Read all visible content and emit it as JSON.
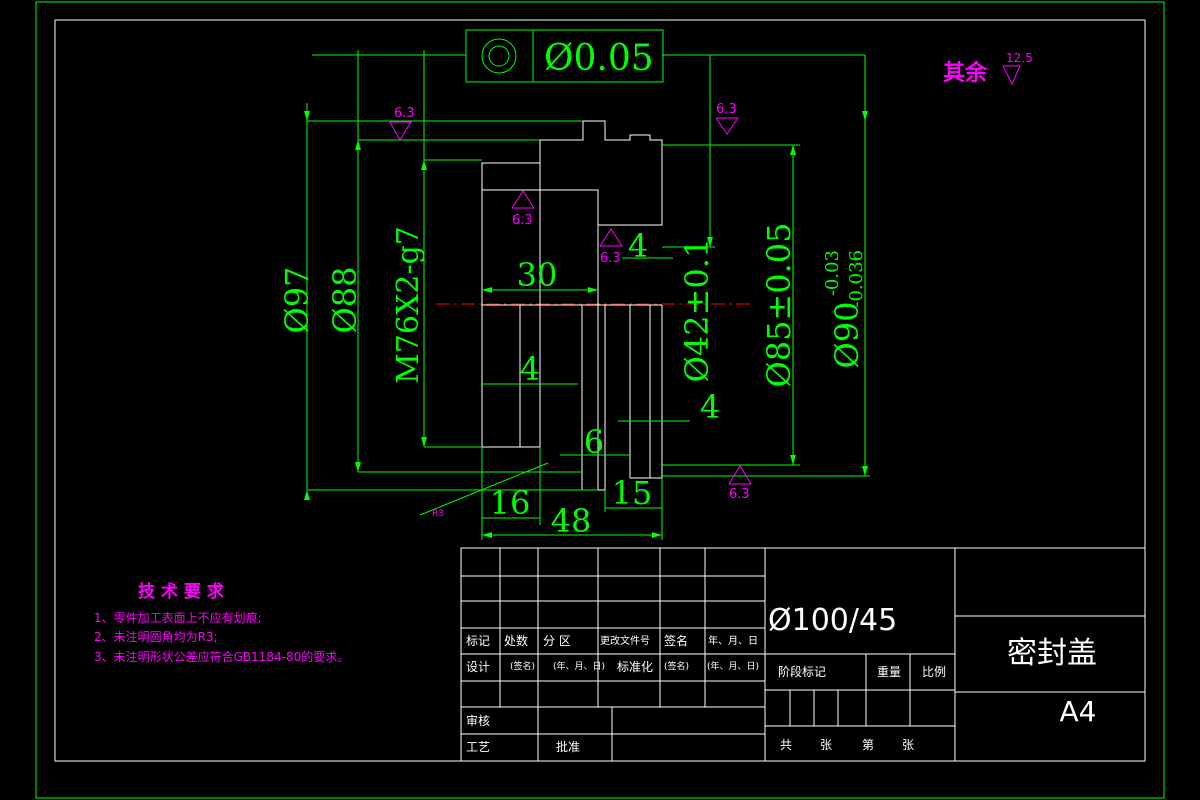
{
  "colors": {
    "background": "#000000",
    "dimension": "#00ff00",
    "outline": "#ffffff",
    "annotation": "#ff00ff",
    "centerline": "#ff0000"
  },
  "tolerance_frame": {
    "symbol": "concentricity-symbol",
    "value": "Ø0.05"
  },
  "roughness": {
    "general_label": "其余",
    "general_value": "12.5",
    "local": [
      "6.3",
      "6.3",
      "6.3",
      "6.3",
      "6.3"
    ]
  },
  "dimensions": {
    "d97": "Ø97",
    "d88": "Ø88",
    "thread": "M76X2-g7",
    "d42": "Ø42±0.1",
    "d85": "Ø85±0.05",
    "d90": "Ø90",
    "d90_upper": "-0.03",
    "d90_lower": "-0.036",
    "len30": "30",
    "len4a": "4",
    "len4b": "4",
    "len4c": "4",
    "len6": "6",
    "len16": "16",
    "len15": "15",
    "len48": "48",
    "r3": "R3"
  },
  "tech_requirements": {
    "title": "技 术 要 求",
    "items": [
      "1、零件加工表面上不应有划痕;",
      "2、未注明圆角均为R3;",
      "3、未注明形状公差应符合GB1184-80的要求。"
    ]
  },
  "title_block": {
    "material": "Ø100/45",
    "part_name": "密封盖",
    "sheet_size": "A4",
    "rev_headers": [
      "标记",
      "处数",
      "分 区",
      "更改文件号",
      "签名",
      "年、月、日"
    ],
    "design": "设计",
    "sign1": "(签名)",
    "date1": "(年、月、日)",
    "standard": "标准化",
    "sign2": "(签名)",
    "date2": "(年、月、日)",
    "stage": "阶段标记",
    "weight": "重量",
    "scale": "比例",
    "review": "审核",
    "process": "工艺",
    "approve": "批准",
    "total": "共",
    "sheets": "张",
    "page": "第",
    "page_unit": "张"
  }
}
